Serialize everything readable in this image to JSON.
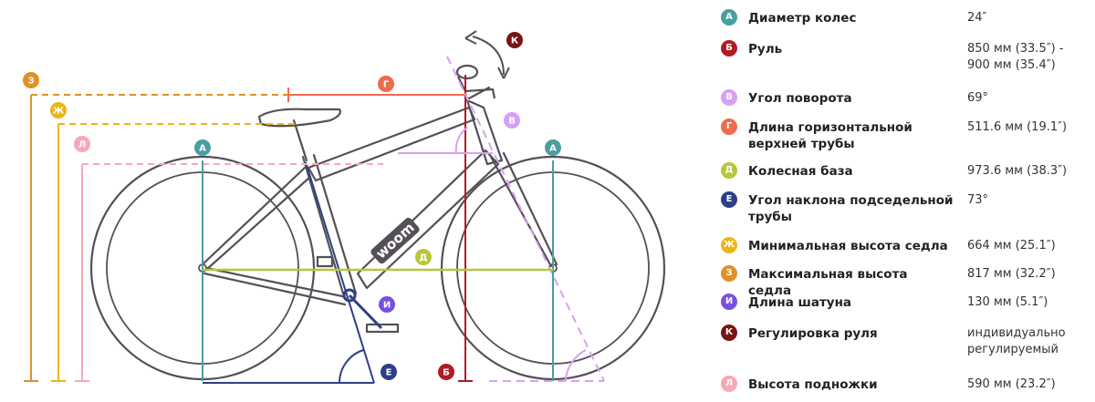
{
  "colors": {
    "frame": "#555058",
    "A": "#4a9ea0",
    "B": "#b01b22",
    "V": "#d8a0f2",
    "G": "#ee6b4d",
    "D": "#b8c53c",
    "E": "#2e3f86",
    "Zh": "#efb418",
    "Z": "#e1902a",
    "I": "#7a4fe0",
    "K": "#7a1515",
    "L": "#f5a8b8"
  },
  "diagram": {
    "brand": "woom",
    "badges": {
      "A": "А",
      "B": "Б",
      "V": "В",
      "G": "Г",
      "D": "Д",
      "E": "Е",
      "Zh": "Ж",
      "Z": "З",
      "I": "И",
      "K": "К",
      "L": "Л"
    }
  },
  "legend": [
    {
      "key": "A",
      "letter": "А",
      "label": "Диаметр колес",
      "value": "24″"
    },
    {
      "key": "B",
      "letter": "Б",
      "label": "Руль",
      "value": "850 мм (33.5″) -\n900 мм (35.4″)"
    },
    {
      "key": "V",
      "letter": "В",
      "label": "Угол поворота",
      "value": "69°"
    },
    {
      "key": "G",
      "letter": "Г",
      "label": "Длина горизонтальной верхней трубы",
      "value": "511.6 мм (19.1″)"
    },
    {
      "key": "D",
      "letter": "Д",
      "label": "Колесная база",
      "value": "973.6 мм (38.3″)"
    },
    {
      "key": "E",
      "letter": "Е",
      "label": "Угол наклона подседельной трубы",
      "value": "73°"
    },
    {
      "key": "Zh",
      "letter": "Ж",
      "label": "Минимальная высота седла",
      "value": "664 мм (25.1″)"
    },
    {
      "key": "Z",
      "letter": "З",
      "label": "Максимальная высота седла",
      "value": "817 мм (32.2″)"
    },
    {
      "key": "I",
      "letter": "И",
      "label": "Длина шатуна",
      "value": "130 мм (5.1″)"
    },
    {
      "key": "K",
      "letter": "К",
      "label": "Регулировка руля",
      "value": "индивидуально\nрегулируемый"
    },
    {
      "key": "L",
      "letter": "Л",
      "label": "Высота подножки",
      "value": "590 мм (23.2″)"
    }
  ]
}
